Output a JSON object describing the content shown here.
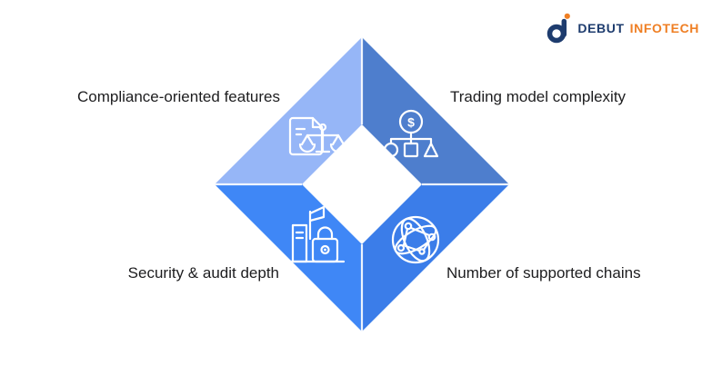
{
  "page": {
    "background_color": "#ffffff"
  },
  "logo": {
    "brand_primary": "DEBUT",
    "brand_secondary": "INFOTECH",
    "primary_color": "#1e3c6e",
    "secondary_color": "#ef7f24"
  },
  "diamond": {
    "icon_color": "#ffffff",
    "seam_color": "#ffffff",
    "label_color": "#1d1d1f",
    "dollar_glyph": "$",
    "segments": [
      {
        "position": "top-left",
        "label": "Compliance-oriented features",
        "color": "#96b6f7",
        "icon": "document-scales-icon"
      },
      {
        "position": "top-right",
        "label": "Trading model complexity",
        "color": "#4e7ecd",
        "icon": "dollar-hierarchy-icon"
      },
      {
        "position": "bottom-left",
        "label": "Security & audit depth",
        "color": "#3f87f6",
        "icon": "building-lock-icon"
      },
      {
        "position": "bottom-right",
        "label": "Number of supported chains",
        "color": "#3b7de9",
        "icon": "globe-network-icon"
      }
    ]
  }
}
